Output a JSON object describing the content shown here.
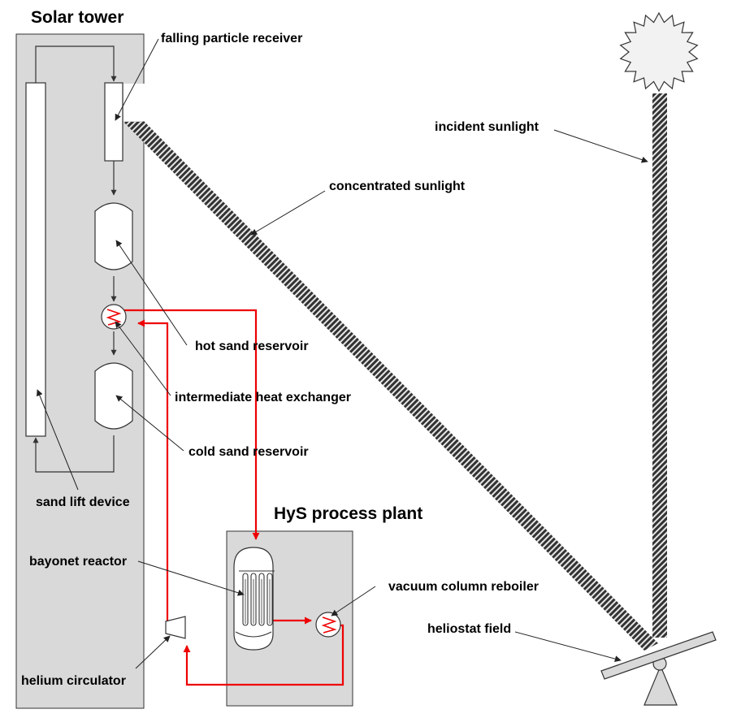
{
  "titles": {
    "solar_tower": "Solar tower",
    "hys_plant": "HyS process plant"
  },
  "labels": {
    "falling_particle_receiver": "falling particle receiver",
    "incident_sunlight": "incident sunlight",
    "concentrated_sunlight": "concentrated sunlight",
    "hot_sand_reservoir": "hot sand reservoir",
    "intermediate_heat_exchanger": "intermediate heat exchanger",
    "cold_sand_reservoir": "cold sand reservoir",
    "sand_lift_device": "sand lift device",
    "bayonet_reactor": "bayonet reactor",
    "vacuum_column_reboiler": "vacuum column reboiler",
    "heliostat_field": "heliostat field",
    "helium_circulator": "helium circulator"
  },
  "colors": {
    "enclosure_fill": "#d9d9d9",
    "helium_loop": "#ee0000",
    "line": "#333333",
    "sun_fill": "#f2f2f2",
    "beam_dark": "#333333",
    "beam_light": "#e6e6e6"
  },
  "icons": {
    "sun": "sun-icon",
    "heat_exchanger": "heat-exchanger-icon",
    "reboiler": "reboiler-icon",
    "circulator": "compressor-icon",
    "heliostat": "heliostat-icon"
  }
}
